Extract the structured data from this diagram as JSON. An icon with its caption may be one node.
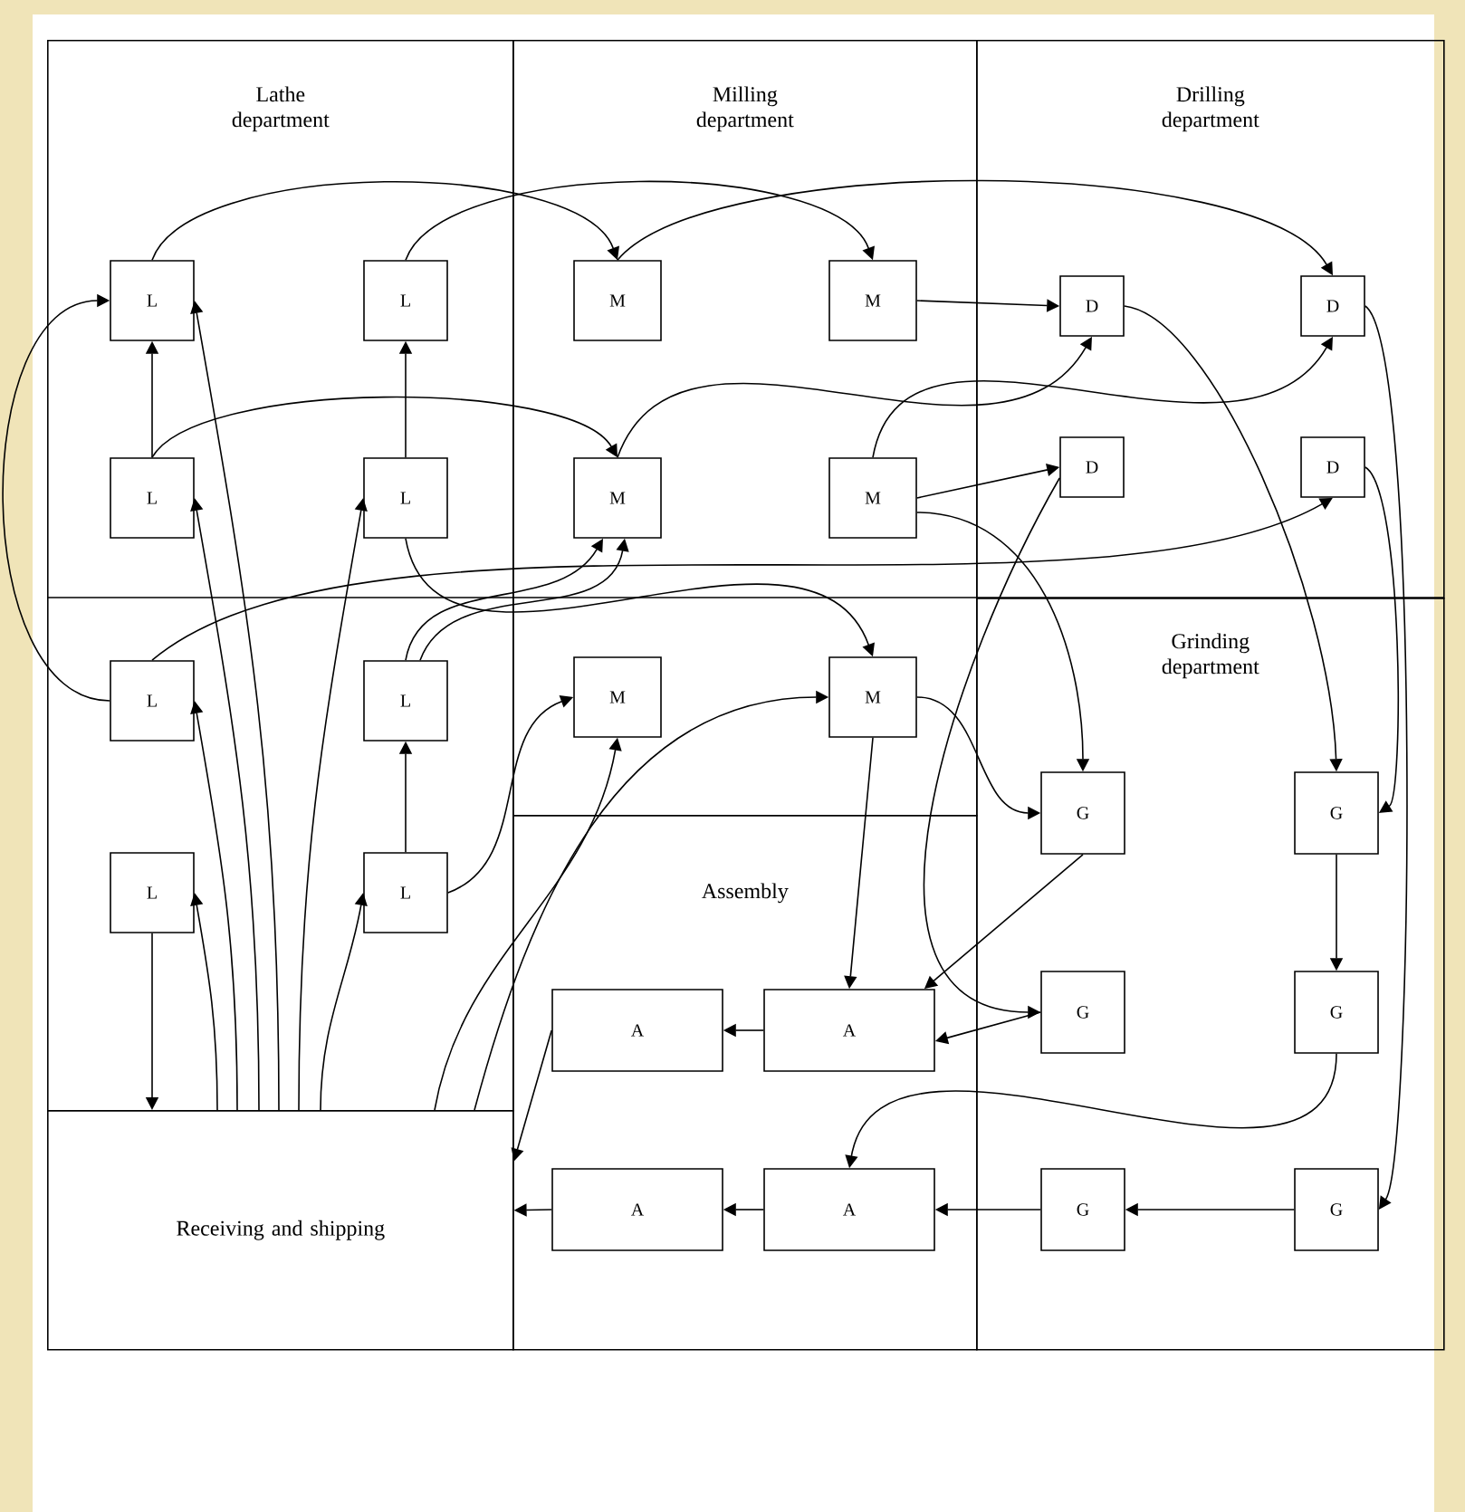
{
  "diagram": {
    "nodes": [
      {
        "text": [
          "Lathe department"
        ]
      },
      {
        "text": [
          "L"
        ],
        "in": 0
      },
      {
        "text": [
          "L"
        ],
        "in": 0
      },
      {
        "text": [
          "L"
        ],
        "in": 0
      },
      {
        "text": [
          "L"
        ],
        "in": 0
      },
      {
        "text": [
          "L"
        ],
        "in": 0
      },
      {
        "text": [
          "L"
        ],
        "in": 0
      },
      {
        "text": [
          "L"
        ],
        "in": 0
      },
      {
        "text": [
          "L"
        ],
        "in": 0
      },
      {
        "text": [
          "Milling department"
        ]
      },
      {
        "text": [
          "M"
        ],
        "in": 9
      },
      {
        "text": [
          "M"
        ],
        "in": 9
      },
      {
        "text": [
          "M"
        ],
        "in": 9
      },
      {
        "text": [
          "M"
        ],
        "in": 9
      },
      {
        "text": [
          "M"
        ],
        "in": 9
      },
      {
        "text": [
          "M"
        ],
        "in": 9
      },
      {
        "text": [
          "Drilling department"
        ]
      },
      {
        "text": [
          "D"
        ],
        "in": 16
      },
      {
        "text": [
          "D"
        ],
        "in": 16
      },
      {
        "text": [
          "D"
        ],
        "in": 16
      },
      {
        "text": [
          "D"
        ],
        "in": 16
      },
      {
        "text": [
          "Grinding department"
        ]
      },
      {
        "text": [
          "G"
        ],
        "in": 21
      },
      {
        "text": [
          "G"
        ],
        "in": 21
      },
      {
        "text": [
          "G"
        ],
        "in": 21
      },
      {
        "text": [
          "G"
        ],
        "in": 21
      },
      {
        "text": [
          "G"
        ],
        "in": 21
      },
      {
        "text": [
          "G"
        ],
        "in": 21
      },
      {
        "text": [
          "Assembly"
        ]
      },
      {
        "text": [
          "A"
        ],
        "in": 28
      },
      {
        "text": [
          "A"
        ],
        "in": 28
      },
      {
        "text": [
          "A"
        ],
        "in": 28
      },
      {
        "text": [
          "A"
        ],
        "in": 28
      },
      {
        "text": [
          "Receiving and shipping"
        ]
      }
    ],
    "edges": [
      {
        "from": 3,
        "to": 1,
        "arrow": "to"
      },
      {
        "from": 4,
        "to": 2,
        "arrow": "to"
      },
      {
        "from": 1,
        "to": 10,
        "arrow": "to"
      },
      {
        "from": 2,
        "to": 11,
        "arrow": "to"
      },
      {
        "from": 5,
        "to": 1,
        "arrow": "to"
      },
      {
        "from": 3,
        "to": 12,
        "arrow": "to"
      },
      {
        "from": 4,
        "to": 15,
        "arrow": "to"
      },
      {
        "from": 6,
        "to": 12,
        "arrow": "to"
      },
      {
        "from": 6,
        "to": 12,
        "arrow": "to"
      },
      {
        "from": 5,
        "to": 20,
        "arrow": "to"
      },
      {
        "from": 10,
        "to": 18,
        "arrow": "to"
      },
      {
        "from": 11,
        "to": 17,
        "arrow": "to"
      },
      {
        "from": 12,
        "to": 17,
        "arrow": "to"
      },
      {
        "from": 13,
        "to": 18,
        "arrow": "to"
      },
      {
        "from": 13,
        "to": 19,
        "arrow": "to"
      },
      {
        "from": 13,
        "to": 22,
        "arrow": "to"
      },
      {
        "from": 17,
        "to": 23,
        "arrow": "to"
      },
      {
        "from": 18,
        "to": 27,
        "arrow": "to"
      },
      {
        "from": 20,
        "to": 23,
        "arrow": "to"
      },
      {
        "from": 19,
        "to": 24,
        "arrow": "to"
      },
      {
        "from": 15,
        "to": 22,
        "arrow": "to"
      },
      {
        "from": 15,
        "to": 30,
        "arrow": "to"
      },
      {
        "from": 22,
        "to": 30,
        "arrow": "to"
      },
      {
        "from": 24,
        "to": 30,
        "arrow": "to"
      },
      {
        "from": 30,
        "to": 29,
        "arrow": "to"
      },
      {
        "from": 29,
        "to": 33,
        "arrow": "to"
      },
      {
        "from": 23,
        "to": 25,
        "arrow": "to"
      },
      {
        "from": 25,
        "to": 32,
        "arrow": "to"
      },
      {
        "from": 27,
        "to": 26,
        "arrow": "to"
      },
      {
        "from": 26,
        "to": 32,
        "arrow": "to"
      },
      {
        "from": 32,
        "to": 31,
        "arrow": "to"
      },
      {
        "from": 31,
        "to": 33,
        "arrow": "to"
      },
      {
        "from": 7,
        "to": 33,
        "arrow": "to"
      },
      {
        "from": 33,
        "to": 7,
        "arrow": "to"
      },
      {
        "from": 33,
        "to": 5,
        "arrow": "to"
      },
      {
        "from": 33,
        "to": 3,
        "arrow": "to"
      },
      {
        "from": 33,
        "to": 1,
        "arrow": "to"
      },
      {
        "from": 33,
        "to": 4,
        "arrow": "to"
      },
      {
        "from": 33,
        "to": 8,
        "arrow": "to"
      },
      {
        "from": 8,
        "to": 6,
        "arrow": "to"
      },
      {
        "from": 8,
        "to": 14,
        "arrow": "to"
      },
      {
        "from": 33,
        "to": 14,
        "arrow": "to"
      },
      {
        "from": 33,
        "to": 15,
        "arrow": "to"
      }
    ]
  }
}
